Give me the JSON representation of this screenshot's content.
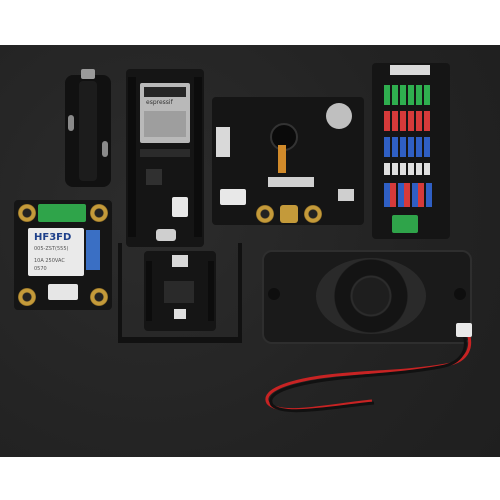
{
  "image": {
    "alt": "Electronics kit: ESP32 board, relay module, USB-C board, camera board, IO expansion board, and speaker with red/black wires"
  },
  "esp32": {
    "brand": "espressif"
  },
  "relay": {
    "model": "HF3FD",
    "spec": "005-ZST(555)",
    "rating1": "10A 250VAC",
    "rating2": "0570"
  }
}
